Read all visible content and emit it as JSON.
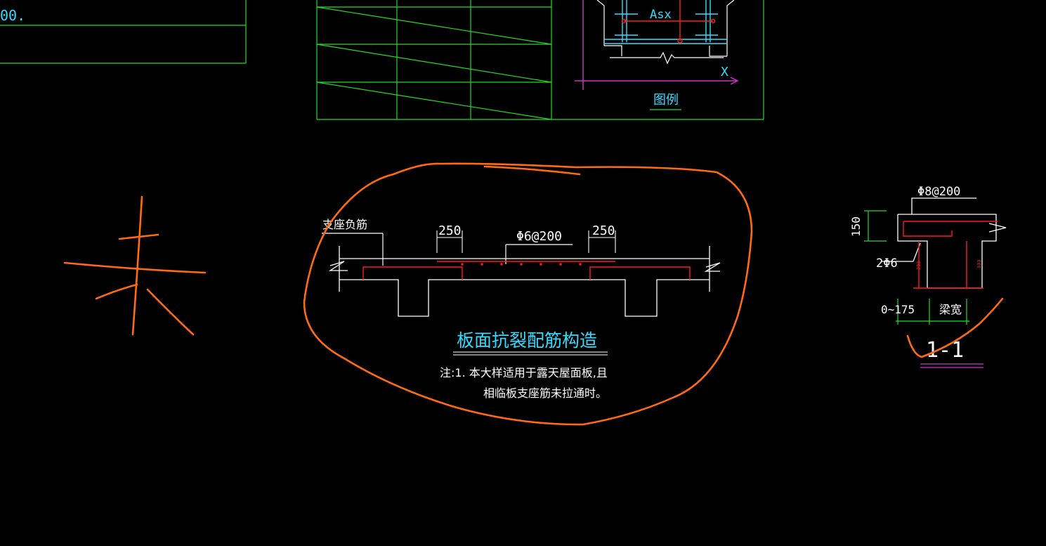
{
  "top_left_table": {
    "value_text": "00."
  },
  "legend": {
    "asx_label": "Asx",
    "x_axis_label": "X",
    "title": "图例"
  },
  "markup": {
    "handwritten_character": "未",
    "annotation_color": "#ff6a13"
  },
  "detail_main": {
    "support_rebar_label": "支座负筋",
    "dim_left": "250",
    "dim_right": "250",
    "rebar_spec": "Φ6@200",
    "title": "板面抗裂配筋构造",
    "note_line1": "注:1. 本大样适用于露天屋面板,且",
    "note_line2": "相临板支座筋未拉通时。"
  },
  "section_1_1": {
    "top_rebar": "Φ8@200",
    "height_dim": "150",
    "bottom_rebar": "2Φ6",
    "range_dim": "0~175",
    "beam_width": "梁宽",
    "small_dim_a": "230",
    "small_dim_b": "333",
    "section_label": "1-1"
  },
  "colors": {
    "background": "#000000",
    "frame_green": "#22dd22",
    "line_white": "#ffffff",
    "text_cyan": "#33ddff",
    "rebar_red": "#ff1a1a",
    "axis_magenta": "#cc33cc"
  }
}
